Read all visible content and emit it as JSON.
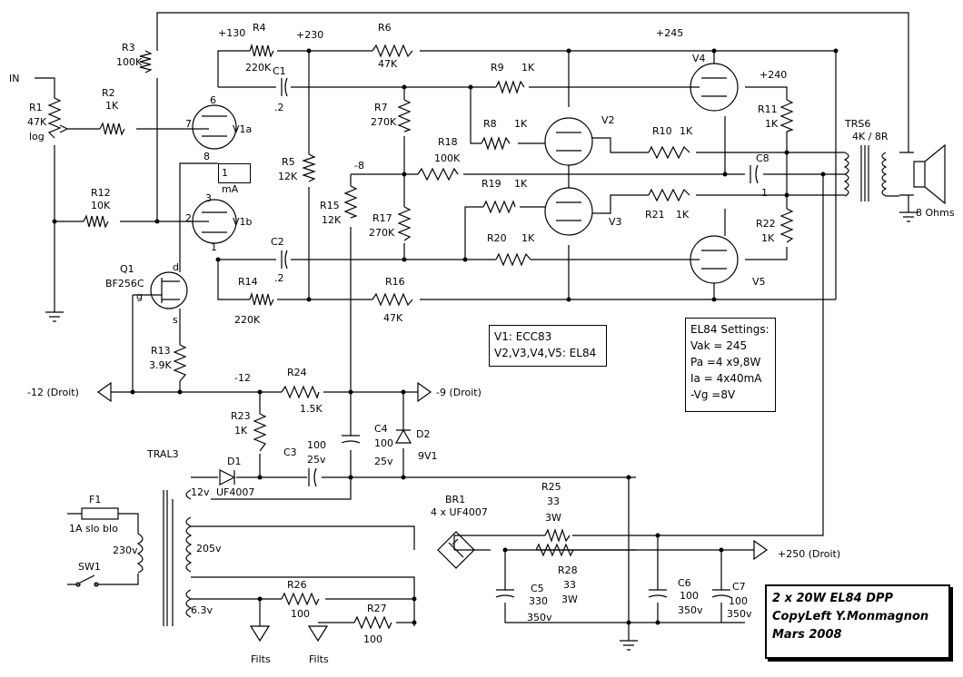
{
  "labels": {
    "in": "IN",
    "r1": [
      "R1",
      "47K",
      "log"
    ],
    "r2": [
      "R2",
      "1K"
    ],
    "r3": [
      "R3",
      "100K"
    ],
    "r4": [
      "R4",
      "220K"
    ],
    "r5": [
      "R5",
      "12K"
    ],
    "r6": [
      "R6",
      "47K"
    ],
    "r7": [
      "R7",
      "270K"
    ],
    "r8": [
      "R8",
      "1K"
    ],
    "r9": [
      "R9",
      "1K"
    ],
    "r10": [
      "R10",
      "1K"
    ],
    "r11": [
      "R11",
      "1K"
    ],
    "r12": [
      "R12",
      "10K"
    ],
    "r13": [
      "R13",
      "3.9K"
    ],
    "r14": [
      "R14",
      "220K"
    ],
    "r15": [
      "R15",
      "12K"
    ],
    "r16": [
      "R16",
      "47K"
    ],
    "r17": [
      "R17",
      "270K"
    ],
    "r18": [
      "R18",
      "100K"
    ],
    "r19": [
      "R19",
      "1K"
    ],
    "r20": [
      "R20",
      "1K"
    ],
    "r21": [
      "R21",
      "1K"
    ],
    "r22": [
      "R22",
      "1K"
    ],
    "r23": [
      "R23",
      "1K"
    ],
    "r24": [
      "R24",
      "1.5K"
    ],
    "r25": [
      "R25",
      "33",
      "3W"
    ],
    "r26": [
      "R26",
      "100"
    ],
    "r27": [
      "R27",
      "100"
    ],
    "r28": [
      "R28",
      "33",
      "3W"
    ],
    "c1": [
      "C1",
      ".2"
    ],
    "c2": [
      "C2",
      ".2"
    ],
    "c3": [
      "C3",
      "100",
      "25v"
    ],
    "c4": [
      "C4",
      "100",
      "25v"
    ],
    "c5": [
      "C5",
      "330",
      "350v"
    ],
    "c6": [
      "C6",
      "100",
      "350v"
    ],
    "c7": [
      "C7",
      "100",
      "350v"
    ],
    "c8": [
      "C8",
      "1"
    ],
    "v1a": "V1a",
    "v1b": "V1b",
    "v2": "V2",
    "v3": "V3",
    "v4": "V4",
    "v5": "V5",
    "q1": [
      "Q1",
      "BF256C"
    ],
    "d1": [
      "D1",
      "UF4007"
    ],
    "d2": [
      "D2",
      "9V1"
    ],
    "br1": [
      "BR1",
      "4 x UF4007"
    ],
    "f1": [
      "F1",
      "1A slo blo"
    ],
    "sw1": "SW1",
    "tral3": "TRAL3",
    "trs6": [
      "TRS6",
      "4K / 8R"
    ],
    "ohms": "8 Ohms",
    "v130": "+130",
    "v230": "+230",
    "v245": "+245",
    "v240": "+240",
    "vm8": "-8",
    "vm12": "-12",
    "v12v": "12v",
    "v230v": "230v",
    "v205v": "205v",
    "v63v": "6.3v",
    "rail_m12": "-12 (Droit)",
    "rail_m9": "-9 (Droit)",
    "rail_250": "+250 (Droit)",
    "filts1": "Filts",
    "filts2": "Filts",
    "ma": "1 mA",
    "pins": {
      "p6": "6",
      "p7": "7",
      "p8": "8",
      "p3": "3",
      "p2": "2",
      "p1": "1",
      "d": "d",
      "s": "s",
      "g": "g"
    }
  },
  "notes": {
    "tubes": [
      "V1: ECC83",
      "V2,V3,V4,V5: EL84"
    ],
    "el84": [
      "EL84 Settings:",
      "Vak = 245",
      "Pa =4 x9,8W",
      "Ia = 4x40mA",
      "-Vg =8V"
    ]
  },
  "title": [
    "2 x 20W EL84 DPP",
    "CopyLeft Y.Monmagnon",
    "Mars 2008"
  ]
}
